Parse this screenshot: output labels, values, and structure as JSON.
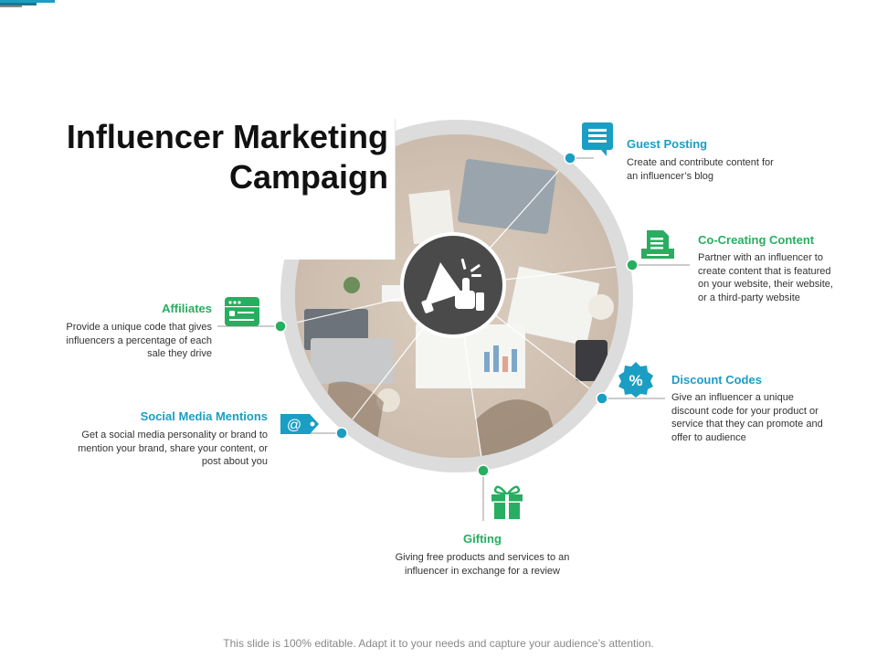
{
  "slide": {
    "title_line1": "Influencer Marketing",
    "title_line2": "Campaign",
    "center_icon": "megaphone-thumbs-up-icon",
    "colors": {
      "teal": "#1a9ec4",
      "green": "#27ae60",
      "dark_center": "#4a4a4a",
      "ring": "#d9d9d9"
    }
  },
  "items": {
    "guest_posting": {
      "title": "Guest Posting",
      "desc1": "Create and contribute content for",
      "desc2": "an influencer’s blog",
      "icon": "chat-document-icon"
    },
    "co_creating": {
      "title": "Co-Creating Content",
      "desc1": "Partner with an influencer to",
      "desc2": "create content that is featured",
      "desc3": "on your website, their website,",
      "desc4": "or a third-party website",
      "icon": "content-tray-icon"
    },
    "discount": {
      "title": "Discount Codes",
      "desc1": "Give an influencer a unique",
      "desc2": "discount code for your product or",
      "desc3": "service that they can promote and",
      "desc4": "offer to audience",
      "icon": "percent-badge-icon"
    },
    "gifting": {
      "title": "Gifting",
      "desc1": "Giving free products and services to an",
      "desc2": "influencer in exchange for a review",
      "icon": "gift-icon"
    },
    "social": {
      "title": "Social Media Mentions",
      "desc1": "Get a social media personality or brand to",
      "desc2": "mention your brand, share your content, or",
      "desc3": "post about you",
      "icon": "at-tag-icon"
    },
    "affiliates": {
      "title": "Affiliates",
      "desc1": "Provide a unique code that gives",
      "desc2": "influencers a percentage of each",
      "desc3": "sale they drive",
      "icon": "browser-window-icon"
    }
  },
  "footer": "This slide is 100% editable. Adapt it to your needs and capture your audience’s attention."
}
